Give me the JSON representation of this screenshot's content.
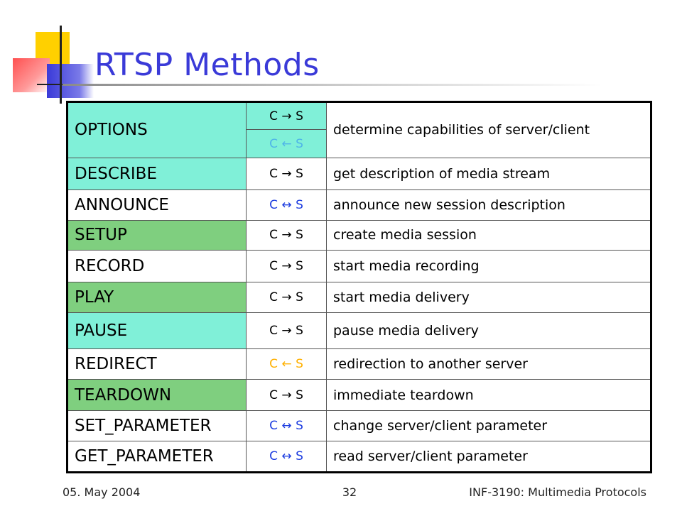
{
  "slide": {
    "title": "RTSP Methods",
    "footer_date": "05. May 2004",
    "page_number": "32",
    "footer_course": "INF-3190: Multimedia Protocols"
  },
  "colors": {
    "title": "#3a3ad8",
    "row_cyan": "#80f0d8",
    "row_green": "#7fcf7f",
    "dir_black": "#000000",
    "dir_blue": "#1e3ee0",
    "dir_light_blue": "#4fb4e8",
    "dir_orange": "#ffb000"
  },
  "table": {
    "options": {
      "name": "OPTIONS",
      "dir1": "C → S",
      "dir2": "C ← S",
      "desc": "determine capabilities of server/client"
    },
    "rows": [
      {
        "name": "DESCRIBE",
        "dir": "C → S",
        "desc": "get description of media stream"
      },
      {
        "name": "ANNOUNCE",
        "dir": "C ↔ S",
        "desc": "announce new session description"
      },
      {
        "name": "SETUP",
        "dir": "C → S",
        "desc": "create media session"
      },
      {
        "name": "RECORD",
        "dir": "C → S",
        "desc": "start media recording"
      },
      {
        "name": "PLAY",
        "dir": "C → S",
        "desc": "start media delivery"
      },
      {
        "name": "PAUSE",
        "dir": "C → S",
        "desc": "pause media delivery"
      },
      {
        "name": "REDIRECT",
        "dir": "C ← S",
        "desc": "redirection to another server"
      },
      {
        "name": "TEARDOWN",
        "dir": "C → S",
        "desc": "immediate teardown"
      },
      {
        "name": "SET_PARAMETER",
        "dir": "C ↔ S",
        "desc": "change server/client parameter"
      },
      {
        "name": "GET_PARAMETER",
        "dir": "C ↔ S",
        "desc": "read server/client parameter"
      }
    ]
  }
}
